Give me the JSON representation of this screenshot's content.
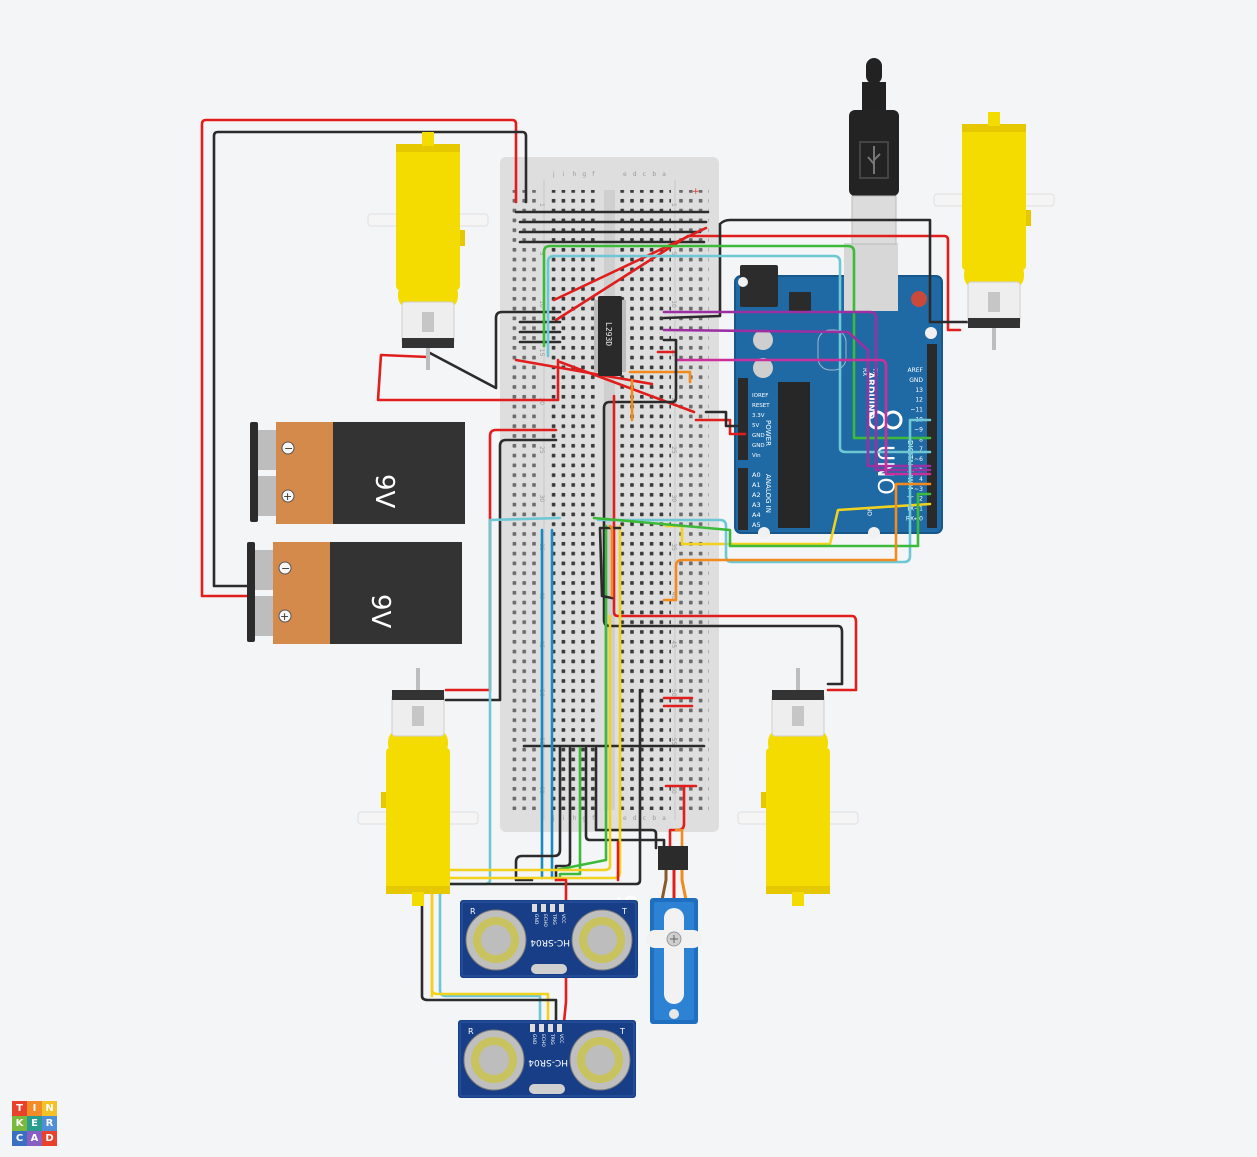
{
  "ic_label": "L293D",
  "battery_label": "9V",
  "battery_minus": "−",
  "battery_plus": "+",
  "sensor_label": "HC-SR04",
  "sensor_corner_left": "R",
  "sensor_corner_right": "T",
  "sensor_pins": [
    "GND",
    "ECHO",
    "TRIG",
    "VCC"
  ],
  "arduino": {
    "brand": "ARDUINO",
    "model": "UNO",
    "on_label": "ON",
    "tx": "TX",
    "rx": "RX",
    "power_header": "POWER",
    "analog_header": "ANALOG IN",
    "digital_header": "DIGITAL (PWM~)",
    "power_pins": [
      "IOREF",
      "RESET",
      "3.3V",
      "5V",
      "GND",
      "GND",
      "Vin"
    ],
    "analog_pins": [
      "A0",
      "A1",
      "A2",
      "A3",
      "A4",
      "A5"
    ],
    "digital_pins": [
      "AREF",
      "GND",
      "13",
      "12",
      "~11",
      "~10",
      "~9",
      "8",
      "7",
      "~6",
      "~5",
      "4",
      "~3",
      "2",
      "TX→1",
      "RX←0"
    ]
  },
  "breadboard": {
    "row_numbers": [
      "1",
      "5",
      "10",
      "15",
      "20",
      "25",
      "30",
      "35",
      "40",
      "45",
      "50",
      "55",
      "60"
    ],
    "col_letters_left": [
      "j",
      "i",
      "h",
      "g",
      "f"
    ],
    "col_letters_right": [
      "e",
      "d",
      "c",
      "b",
      "a"
    ]
  },
  "logo": [
    "T",
    "I",
    "N",
    "K",
    "E",
    "R",
    "C",
    "A",
    "D"
  ],
  "logo_colors": [
    "#e8412c",
    "#f48b29",
    "#f5c226",
    "#7bb93d",
    "#2a9d8f",
    "#4f8fd8",
    "#3b6fc1",
    "#8a5fc3",
    "#e8412c"
  ]
}
